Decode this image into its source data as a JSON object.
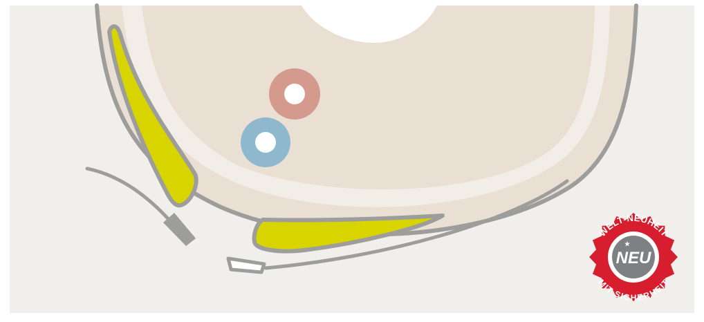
{
  "colors": {
    "page": "#ffffff",
    "panel": "#f0efec",
    "tissue": "#eadfd3",
    "tissue_light": "#f2ede6",
    "outline": "#9d9d9c",
    "yellow": "#d8d400",
    "artery": "#d49a8d",
    "vein": "#8fb8cc",
    "badge_red": "#d71e2e",
    "badge_grey": "#7e8083",
    "white": "#ffffff"
  },
  "badge": {
    "arc_top": "WELT-NEUHEIT",
    "center": "NEU",
    "arc_bottom": "MIT SICHERHEIT"
  }
}
